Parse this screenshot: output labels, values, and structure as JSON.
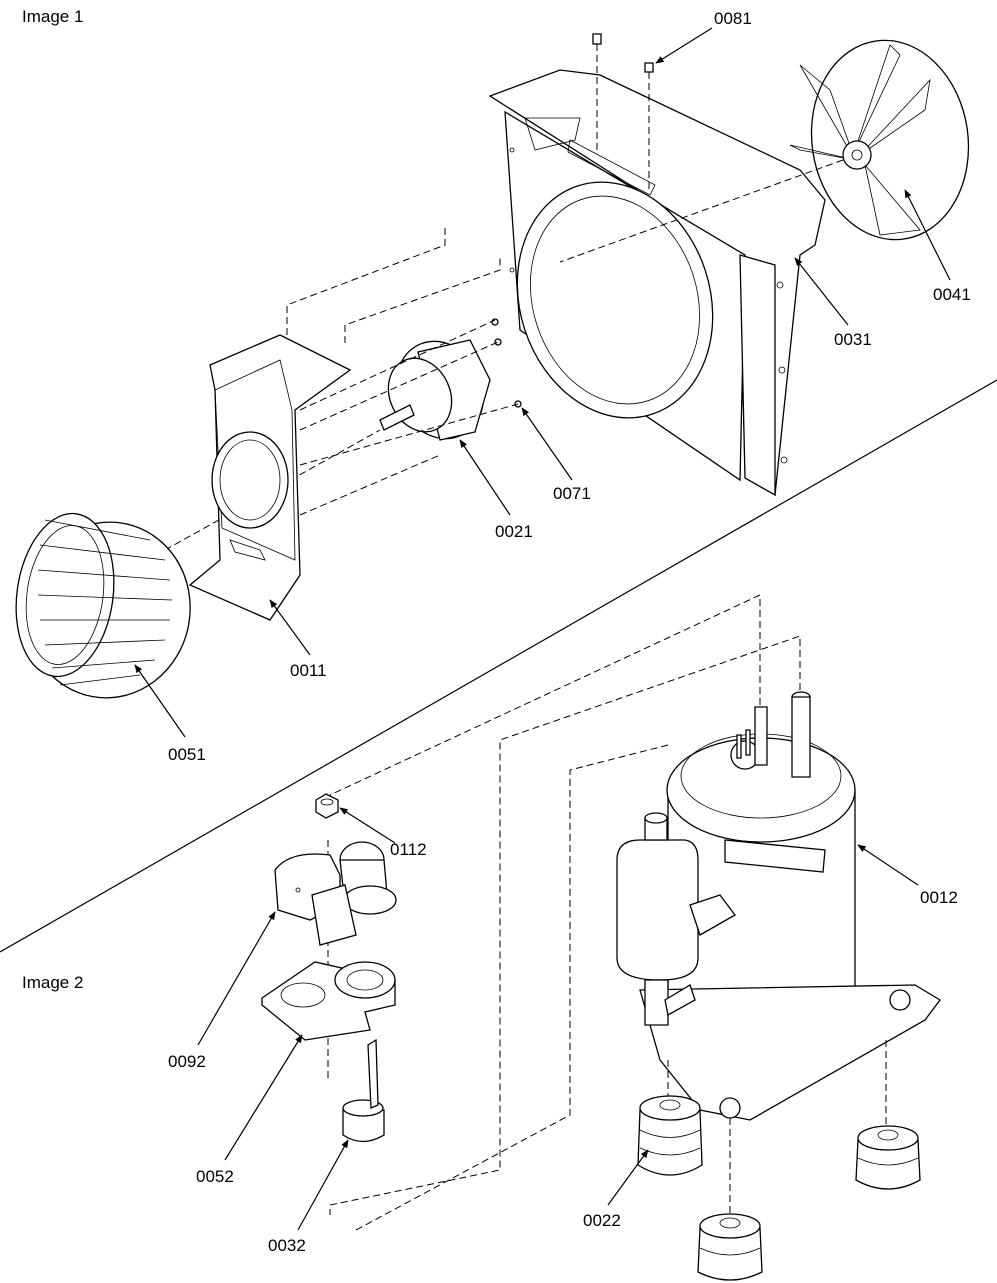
{
  "sections": [
    {
      "id": "image-1",
      "title": "Image 1"
    },
    {
      "id": "image-2",
      "title": "Image 2"
    }
  ],
  "callouts": {
    "p0081": "0081",
    "p0041": "0041",
    "p0031": "0031",
    "p0071": "0071",
    "p0021": "0021",
    "p0011": "0011",
    "p0051": "0051",
    "p0112": "0112",
    "p0012": "0012",
    "p0092": "0092",
    "p0052": "0052",
    "p0032": "0032",
    "p0022": "0022"
  }
}
